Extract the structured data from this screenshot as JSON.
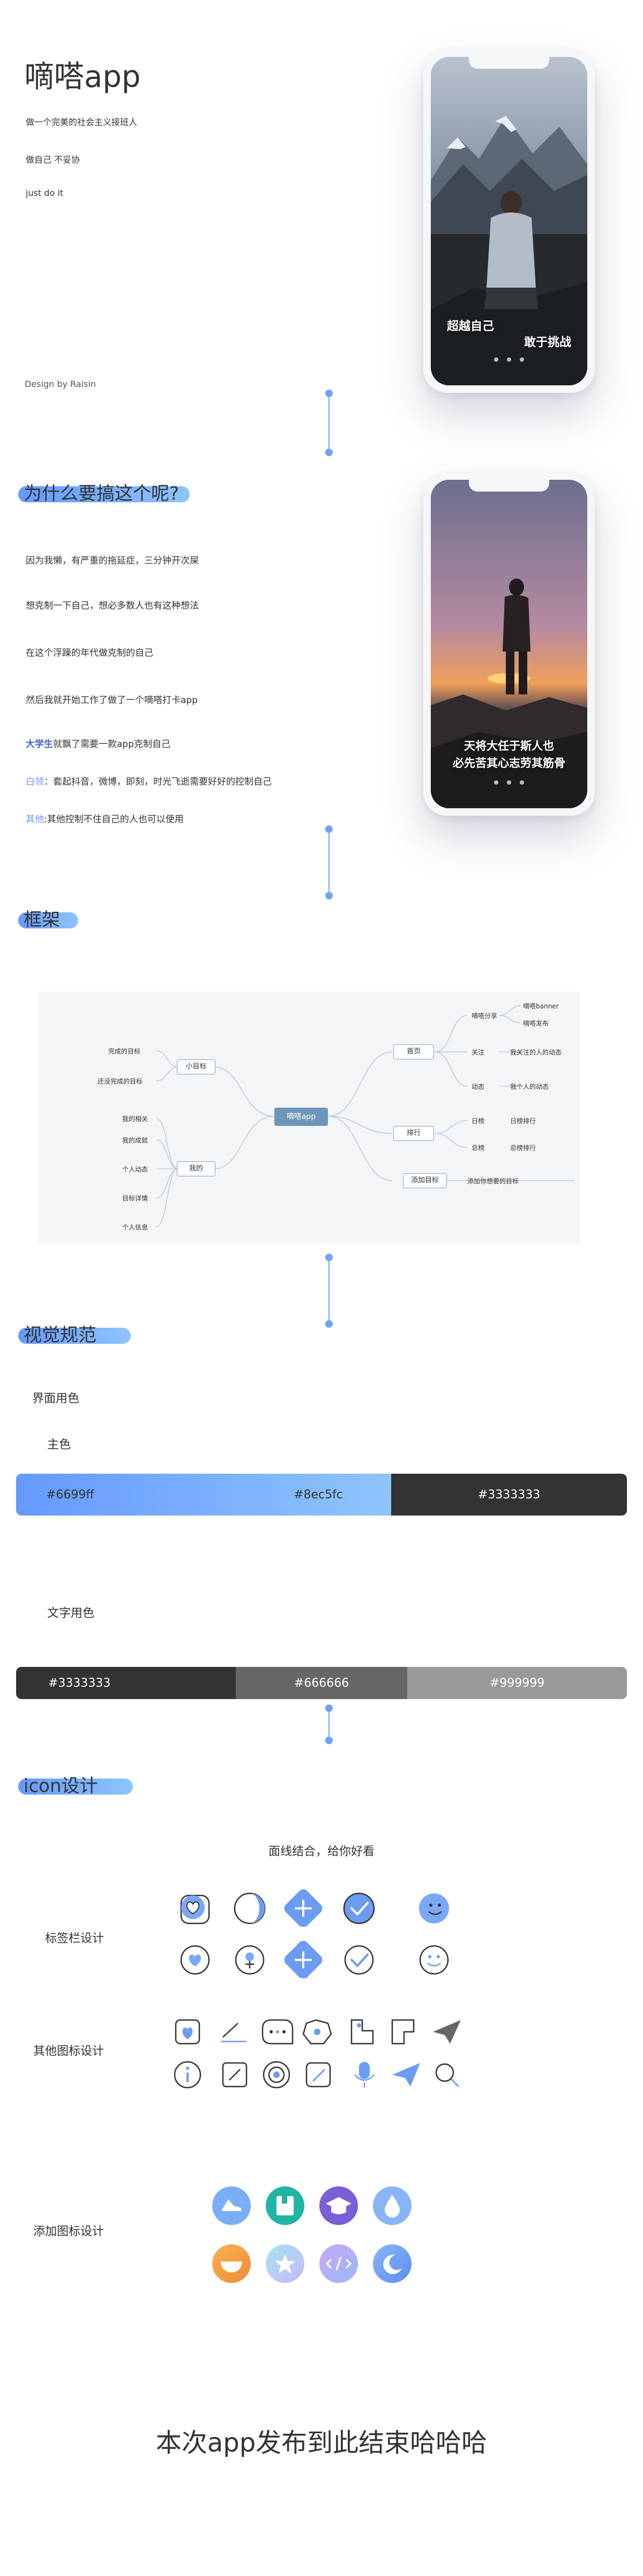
{
  "header": {
    "app_title": "嘀嗒app",
    "taglines": [
      "做一个完美的社会主义接班人",
      "做自己 不妥协",
      "just do it"
    ],
    "credit": "Design by Raisin"
  },
  "phones": [
    {
      "caption_line1": "超越自己",
      "caption_line2": "敢于挑战"
    },
    {
      "caption_line1": "天将大任于斯人也",
      "caption_line2": "必先苦其心志劳其筋骨"
    }
  ],
  "sections": {
    "why": {
      "title": "为什么要搞这个呢?",
      "paragraphs": [
        "因为我懒，有严重的拖延症，三分钟开次屎",
        "想克制一下自己，想必多数人也有这种想法",
        "在这个浮躁的年代做克制的自己",
        "然后我就开始工作了做了一个嘀嗒打卡app"
      ],
      "audience": [
        {
          "key": "大学生",
          "rest": "就飘了需要一款app克制自己"
        },
        {
          "key": "白领",
          "rest": "：套起抖音，微博，即刻，时光飞逝需要好好的控制自己"
        },
        {
          "key": "其他",
          "rest": ":其他控制不住自己的人也可以使用"
        }
      ]
    },
    "framework": {
      "title": "框架"
    },
    "visual": {
      "title": "视觉规范",
      "ui_colors_label": "界面用色",
      "primary_label": "主色",
      "text_colors_label": "文字用色",
      "primary_colors": [
        "#6699ff",
        "#8ec5fc",
        "#3333333"
      ],
      "text_colors": [
        "#3333333",
        "#666666",
        "#999999"
      ]
    },
    "icons": {
      "title": "icon设计",
      "subtitle": "面线结合，给你好看",
      "tabbar_label": "标签栏设计",
      "other_label": "其他图标设计",
      "add_label": "添加图标设计"
    }
  },
  "mindmap": {
    "center": "嘀嗒app",
    "branches": {
      "home": "首页",
      "rank": "排行",
      "add": "添加目标",
      "small": "小目标",
      "mine": "我的"
    },
    "home_children": [
      "嘀嗒分享",
      "关注",
      "动态"
    ],
    "home_grandchildren": [
      "嘀嗒banner",
      "嘀嗒发布",
      "我关注的人的动态",
      "我个人的动态"
    ],
    "rank_children": [
      "日榜",
      "总榜"
    ],
    "rank_grandchildren": [
      "日榜排行",
      "总榜排行"
    ],
    "add_child": "添加你想要的目标",
    "small_children": [
      "完成的目标",
      "还没完成的目标"
    ],
    "mine_children": [
      "我的相关",
      "我的成就",
      "个人动态",
      "目标详情",
      "个人信息"
    ]
  },
  "colors": {
    "accent": "#6699ff",
    "accent_light": "#8ec5fc",
    "dark": "#333333",
    "mid": "#666666",
    "light": "#999999"
  },
  "final_text": "本次app发布到此结束哈哈哈"
}
